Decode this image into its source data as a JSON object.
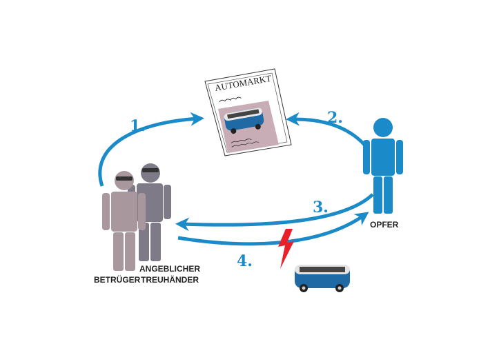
{
  "newspaper": {
    "title": "AUTOMARKT"
  },
  "steps": [
    "1.",
    "2.",
    "3.",
    "4."
  ],
  "actors": {
    "fraudster": "BETRÜGER",
    "trustee_line1": "ANGEBLICHER",
    "trustee_line2": "TREUHÄNDER",
    "victim": "OPFER"
  },
  "colors": {
    "arrow": "#1a8ac8",
    "fraudster": "#a8989e",
    "trustee": "#7f7a88",
    "victim": "#1a8ac8",
    "lightning": "#e8202a",
    "ad_background": "#c9adb6"
  }
}
